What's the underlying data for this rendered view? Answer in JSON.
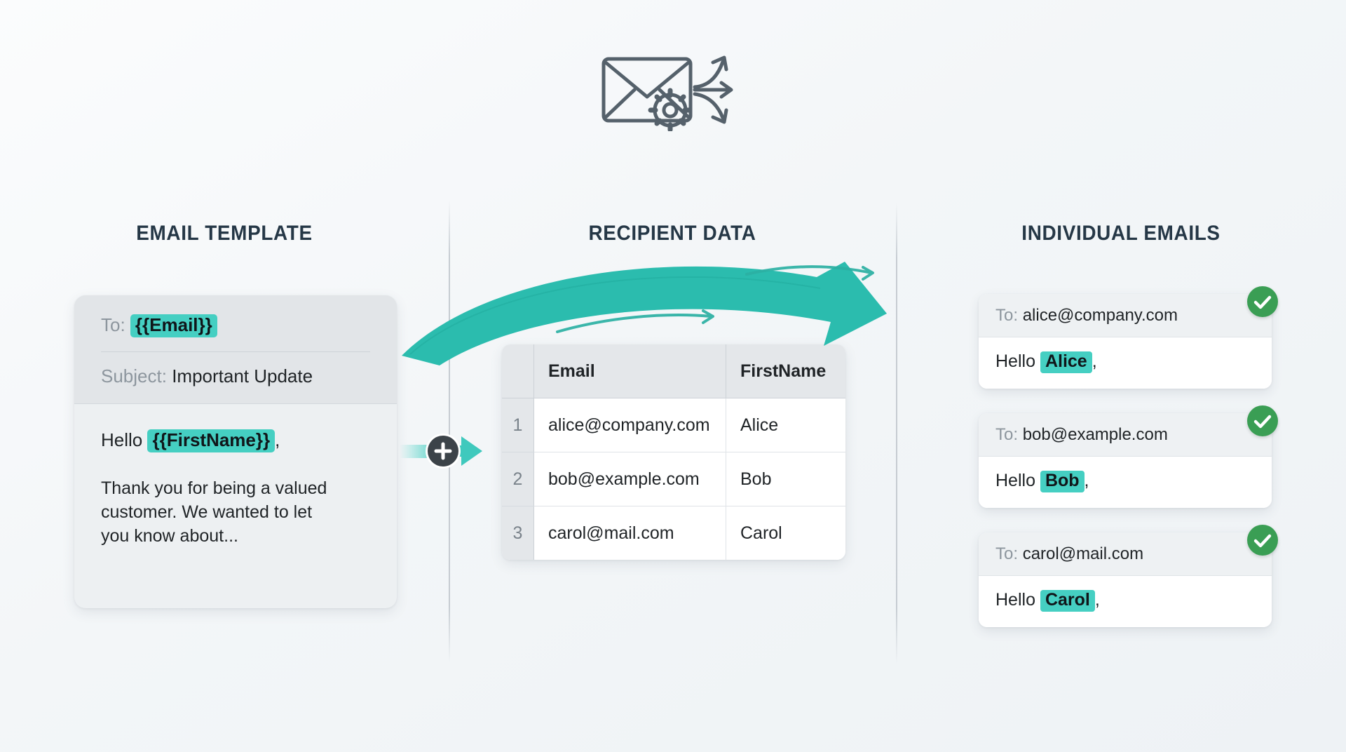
{
  "hero": {
    "icon": "envelope-gear-distribute-icon"
  },
  "columns": {
    "template_heading": "EMAIL TEMPLATE",
    "data_heading": "RECIPIENT DATA",
    "output_heading": "INDIVIDUAL EMAILS"
  },
  "template_card": {
    "to_label": "To:",
    "to_token": "{{Email}}",
    "subject_label": "Subject:",
    "subject_value": "Important Update",
    "greeting_prefix": "Hello",
    "greeting_token": "{{FirstName}}",
    "greeting_suffix": ",",
    "body_text": "Thank you for being a valued customer. We wanted to let you know about..."
  },
  "connector": {
    "plus_label": "+",
    "icon": "plus-merge-icon"
  },
  "recipient_table": {
    "columns": [
      "Email",
      "FirstName"
    ],
    "rows": [
      {
        "index": "1",
        "email": "alice@company.com",
        "first_name": "Alice"
      },
      {
        "index": "2",
        "email": "bob@example.com",
        "first_name": "Bob"
      },
      {
        "index": "3",
        "email": "carol@mail.com",
        "first_name": "Carol"
      }
    ]
  },
  "output_emails": [
    {
      "to_label": "To:",
      "to_value": "alice@company.com",
      "greeting_prefix": "Hello",
      "greeting_name": "Alice",
      "greeting_suffix": ",",
      "status": "sent-check"
    },
    {
      "to_label": "To:",
      "to_value": "bob@example.com",
      "greeting_prefix": "Hello",
      "greeting_name": "Bob",
      "greeting_suffix": ",",
      "status": "sent-check"
    },
    {
      "to_label": "To:",
      "to_value": "carol@mail.com",
      "greeting_prefix": "Hello",
      "greeting_name": "Carol",
      "greeting_suffix": ",",
      "status": "sent-check"
    }
  ],
  "colors": {
    "teal": "#2bb8a8",
    "teal_highlight": "#45cfc2",
    "green_check": "#3a9e54",
    "heading_navy": "#253746",
    "icon_gray": "#55616b",
    "background": "#f3f6f8"
  }
}
